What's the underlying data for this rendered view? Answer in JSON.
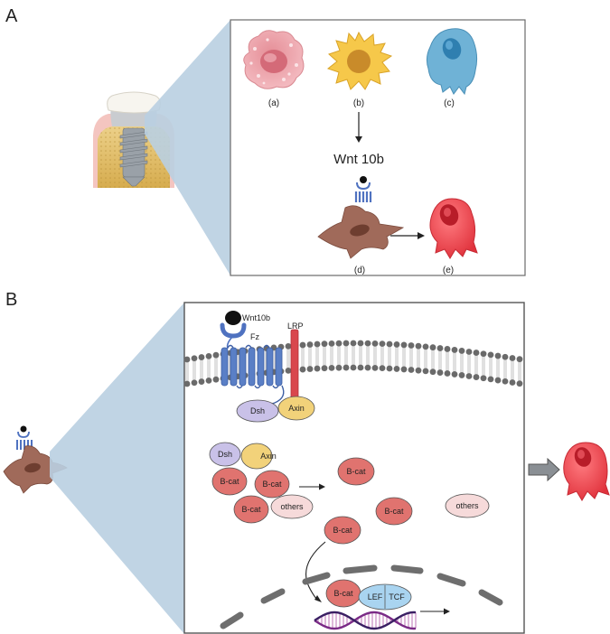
{
  "panel_a": {
    "letter": "A",
    "cell_labels": {
      "a": "(a)",
      "b": "(b)",
      "c": "(c)",
      "d": "(d)",
      "e": "(e)"
    },
    "signal": "Wnt 10b"
  },
  "panel_b": {
    "letter": "B",
    "ligand": "Wnt10b",
    "receptor": "Fz",
    "coreceptor": "LRP",
    "membrane_proteins": {
      "dsh": "Dsh",
      "axin": "Axin"
    },
    "complex": {
      "dsh": "Dsh",
      "axin": "Axin",
      "bcat": "B-cat",
      "others": "others"
    },
    "free": {
      "bcat": "B-cat",
      "others": "others"
    },
    "nucleus": {
      "bcat": "B-cat",
      "lef": "LEF",
      "tcf": "TCF"
    }
  },
  "colors": {
    "zoom_cone": "#b9cfe1",
    "bcat": "#e0736f",
    "dsh": "#c9c1e8",
    "axin": "#f2d27a",
    "others": "#f6dada",
    "receptor": "#5a7fc6",
    "lrp": "#d9474d",
    "lef_tcf": "#a9d4f0",
    "osteoblast_red": "#e8404a",
    "stromal_brown": "#a06a5a"
  }
}
